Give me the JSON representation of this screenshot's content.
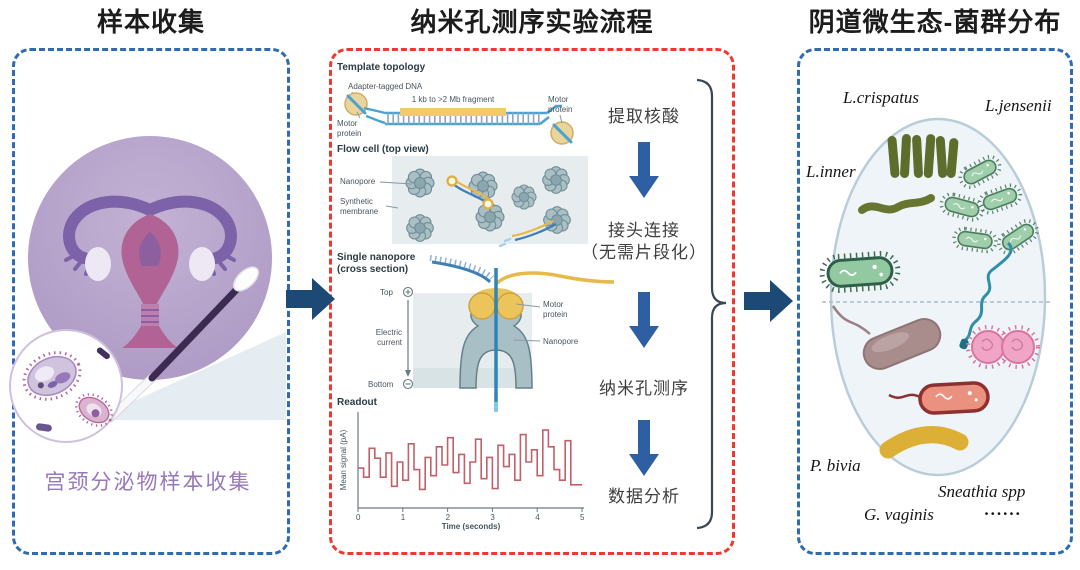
{
  "titles": {
    "sample": "样本收集",
    "workflow": "纳米孔测序实验流程",
    "microbiome": "阴道微生态-菌群分布"
  },
  "sample_panel": {
    "caption": "宫颈分泌物样本收集"
  },
  "workflow_panel": {
    "template_topology": {
      "heading": "Template topology",
      "adapter_label": "Adapter-tagged DNA",
      "fragment_label": "1 kb to >2 Mb fragment",
      "motor_left_label": "Motor protein",
      "motor_right_label": "Motor protein"
    },
    "flow_cell": {
      "heading": "Flow cell (top view)",
      "nanopore_label": "Nanopore",
      "membrane_label": "Synthetic membrane"
    },
    "single_nanopore": {
      "heading": "Single nanopore (cross section)",
      "top_label": "Top",
      "bottom_label": "Bottom",
      "current_label": "Electric current",
      "motor_label": "Motor protein",
      "nanopore_label": "Nanopore"
    },
    "readout": {
      "heading": "Readout"
    },
    "steps": [
      {
        "label": "提取核酸",
        "sub": ""
      },
      {
        "label": "接头连接",
        "sub": "（无需片段化）"
      },
      {
        "label": "纳米孔测序",
        "sub": ""
      },
      {
        "label": "数据分析",
        "sub": ""
      }
    ]
  },
  "microbiome_panel": {
    "labels": {
      "l_crispatus": "L.crispatus",
      "l_jensenii": "L.jensenii",
      "l_inner": "L.inner",
      "p_bivia": "P. bivia",
      "sneathia": "Sneathia spp",
      "g_vaginis": "G. vaginis",
      "ellipsis": "......"
    }
  },
  "colors": {
    "panel_blue": "#2e6bb0",
    "panel_red": "#ee3a2e",
    "flow_arrow": "#1d4977",
    "step_arrow": "#2e5fa3",
    "caption_purple": "#9678bb",
    "readout_line": "#c2606a",
    "title_text": "#1c1c1c",
    "step_text": "#3f3f3f"
  },
  "chart_data": {
    "type": "line",
    "subtype": "step",
    "title": "Readout",
    "xlabel": "Time (seconds)",
    "ylabel": "Mean signal (pA)",
    "x_ticks": [
      "0",
      "1",
      "2",
      "3",
      "4",
      "5"
    ],
    "xlim": [
      0,
      5
    ],
    "ylim": [
      0,
      1
    ],
    "grid": false,
    "legend": false,
    "line_color": "#c2606a",
    "values": [
      0.42,
      0.3,
      0.68,
      0.55,
      0.3,
      0.62,
      0.18,
      0.5,
      0.26,
      0.74,
      0.4,
      0.14,
      0.56,
      0.32,
      0.7,
      0.46,
      0.82,
      0.36,
      0.6,
      0.22,
      0.5,
      0.8,
      0.28,
      0.56,
      0.15,
      0.72,
      0.44,
      0.6,
      0.26,
      0.86,
      0.5,
      0.66,
      0.32,
      0.92,
      0.7,
      0.4,
      0.26,
      0.78,
      0.2,
      0.2
    ]
  }
}
